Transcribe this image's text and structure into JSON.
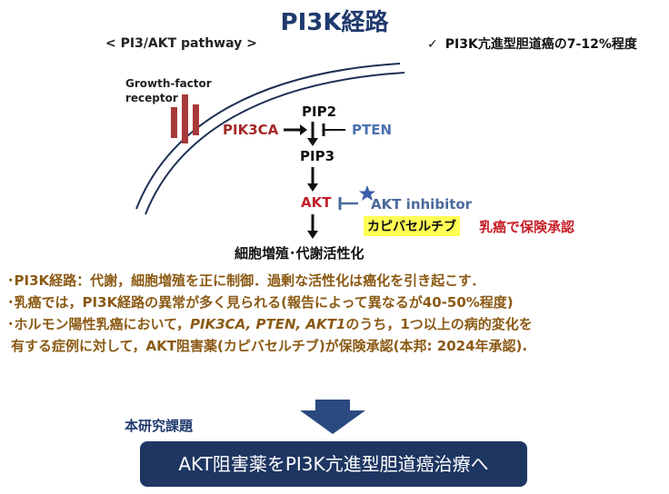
{
  "title": "PI3K経路",
  "subtitle": "< PI3/AKT pathway >",
  "note": {
    "check": "✓",
    "text": "PI3K亢進型胆道癌の7-12%程度"
  },
  "diagram": {
    "receptor_label_line1": "Growth-factor",
    "receptor_label_line2": "receptor",
    "pik3ca": "PIK3CA",
    "pip2": "PIP2",
    "pten": "PTEN",
    "pip3": "PIP3",
    "akt": "AKT",
    "akt_inhibitor": "AKT inhibitor",
    "capivasertib": "カピバセルチブ",
    "breast_approval": "乳癌で保険承認",
    "outcome": "細胞増殖･代謝活性化",
    "colors": {
      "membrane": "#1e2f55",
      "receptor": "#a8393a",
      "inhibitor": "#4a6a9a"
    }
  },
  "bullets": {
    "b1": "･PI3K経路：代謝，細胞増殖を正に制御．過剰な活性化は癌化を引き起こす．",
    "b2": "･乳癌では，PI3K経路の異常が多く見られる(報告によって異なるが40-50%程度)",
    "b3_pre": "･ホルモン陽性乳癌において，",
    "b3_genes": "PIK3CA, PTEN, AKT1",
    "b3_post": "のうち，1つ以上の病的変化を",
    "b3_line2": "有する症例に対して，AKT阻害薬(カピバセルチブ)が保険承認(本邦: 2024年承認)."
  },
  "research": {
    "label": "本研究課題",
    "box_text": "AKT阻害薬をPI3K亢進型胆道癌治療へ"
  }
}
